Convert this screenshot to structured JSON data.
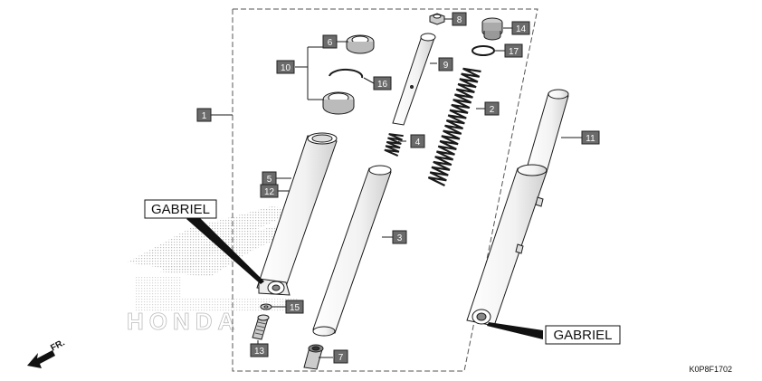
{
  "diagram": {
    "drawing_code": "K0P8F1702",
    "direction_label": "FR.",
    "brand_labels": [
      "GABRIEL",
      "GABRIEL"
    ],
    "watermark": "HONDA",
    "callouts": [
      "1",
      "2",
      "3",
      "4",
      "5",
      "6",
      "7",
      "8",
      "9",
      "10",
      "11",
      "12",
      "13",
      "14",
      "15",
      "16",
      "17"
    ],
    "colors": {
      "callout_fill": "#6b6b6b",
      "line": "#1a1a1a",
      "watermark": "#c8c8c8"
    }
  }
}
